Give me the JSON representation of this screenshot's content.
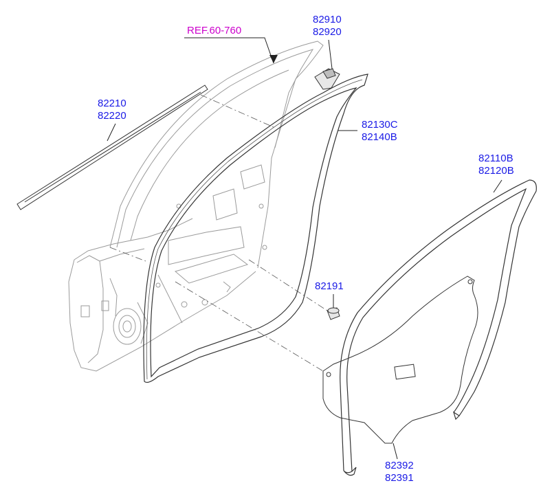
{
  "colors": {
    "part_number": "#1a1ae6",
    "reference": "#cc00cc",
    "outline": "#333333",
    "light_outline": "#9a9a9a",
    "leader": "#222222"
  },
  "reference_label": "REF.60-760",
  "callouts": {
    "p82910": "82910",
    "p82920": "82920",
    "p82210": "82210",
    "p82220": "82220",
    "p82130C": "82130C",
    "p82140B": "82140B",
    "p82110B": "82110B",
    "p82120B": "82120B",
    "p82191": "82191",
    "p82392": "82392",
    "p82391": "82391"
  }
}
